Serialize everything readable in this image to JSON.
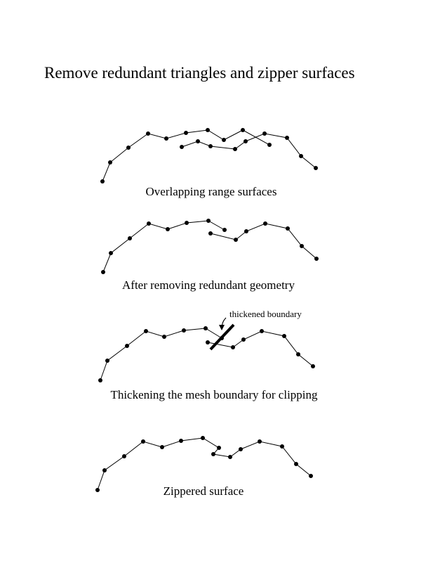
{
  "title": "Remove redundant triangles and zipper surfaces",
  "panels": [
    {
      "caption": "Overlapping range surfaces"
    },
    {
      "caption": "After removing redundant geometry"
    },
    {
      "caption": "Thickening the mesh boundary for clipping",
      "annotation": "thickened boundary"
    },
    {
      "caption": "Zippered surface"
    }
  ],
  "colors": {
    "ink": "#000000",
    "background": "#ffffff"
  }
}
